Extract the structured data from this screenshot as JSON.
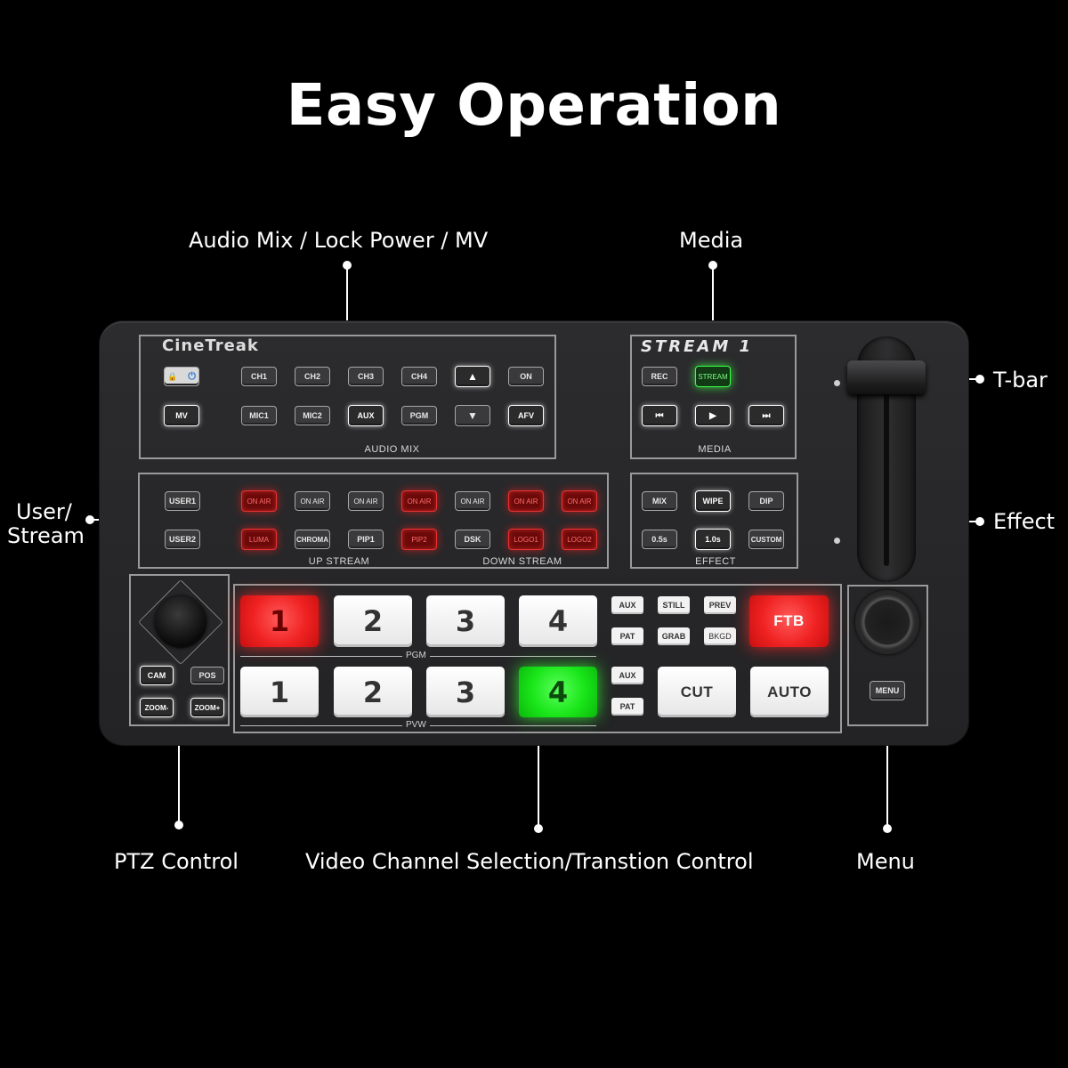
{
  "title": "Easy Operation",
  "callouts": {
    "audio_mix": "Audio Mix / Lock Power / MV",
    "media": "Media",
    "tbar": "T-bar",
    "user_stream_1": "User/",
    "user_stream_2": "Stream",
    "effect": "Effect",
    "ptz": "PTZ Control",
    "video": "Video Channel Selection/Transtion Control",
    "menu": "Menu"
  },
  "device": {
    "brand": "CineTreak",
    "audio_mix": {
      "label": "AUDIO MIX",
      "row1": [
        "CH1",
        "CH2",
        "CH3",
        "CH4"
      ],
      "up": "▲",
      "on": "ON",
      "mv": "MV",
      "row2": [
        "MIC1",
        "MIC2",
        "AUX",
        "PGM"
      ],
      "down": "▼",
      "afv": "AFV",
      "lock_icon": "🔒",
      "power_icon": "⏻"
    },
    "media": {
      "title": "STREAM 1",
      "rec": "REC",
      "stream": "STREAM",
      "prev": "⏮",
      "play": "▶",
      "next": "⏭",
      "label": "MEDIA"
    },
    "user_stream": {
      "user1": "USER1",
      "user2": "USER2",
      "onair": [
        "ON AIR",
        "ON AIR",
        "ON AIR",
        "ON AIR",
        "ON AIR",
        "ON AIR",
        "ON AIR"
      ],
      "keys": [
        "LUMA",
        "CHROMA",
        "PIP1",
        "PIP2",
        "DSK",
        "LOGO1",
        "LOGO2"
      ],
      "up_label": "UP STREAM",
      "down_label": "DOWN STREAM"
    },
    "effect": {
      "row1": [
        "MIX",
        "WIPE",
        "DIP"
      ],
      "row2": [
        "0.5s",
        "1.0s",
        "CUSTOM"
      ],
      "label": "EFFECT"
    },
    "ptz": {
      "cam": "CAM",
      "pos": "POS",
      "zoom_minus": "ZOOM-",
      "zoom_plus": "ZOOM+"
    },
    "video": {
      "pgm": [
        "1",
        "2",
        "3",
        "4"
      ],
      "pvw": [
        "1",
        "2",
        "3",
        "4"
      ],
      "pgm_label": "PGM",
      "pvw_label": "PVW",
      "aux1": "AUX",
      "still": "STILL",
      "prev": "PREV",
      "pat1": "PAT",
      "grab": "GRAB",
      "bkgd": "BKGD",
      "aux2": "AUX",
      "pat2": "PAT",
      "ftb": "FTB",
      "cut": "CUT",
      "auto": "AUTO"
    },
    "menu": "MENU"
  }
}
